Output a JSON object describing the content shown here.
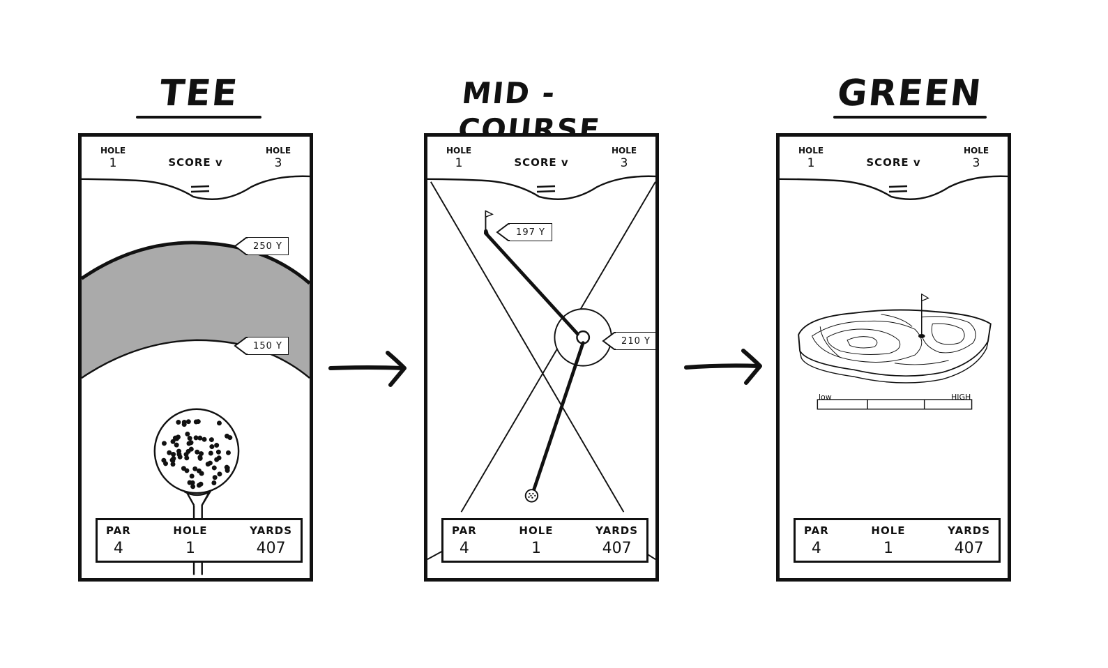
{
  "stages": [
    {
      "title": "TEE",
      "header": {
        "left_label": "HOLE",
        "left_value": "1",
        "score_label": "SCORE v",
        "right_label": "HOLE",
        "right_value": "3"
      },
      "tags": [
        "250 Y",
        "150 Y"
      ],
      "info": {
        "par_label": "PAR",
        "par_value": "4",
        "hole_label": "HOLE",
        "hole_value": "1",
        "yards_label": "YARDS",
        "yards_value": "407"
      }
    },
    {
      "title": "MID - COURSE",
      "header": {
        "left_label": "HOLE",
        "left_value": "1",
        "score_label": "SCORE v",
        "right_label": "HOLE",
        "right_value": "3"
      },
      "tags": [
        "197 Y",
        "210 Y"
      ],
      "info": {
        "par_label": "PAR",
        "par_value": "4",
        "hole_label": "HOLE",
        "hole_value": "1",
        "yards_label": "YARDS",
        "yards_value": "407"
      }
    },
    {
      "title": "GREEN",
      "header": {
        "left_label": "HOLE",
        "left_value": "1",
        "score_label": "SCORE v",
        "right_label": "HOLE",
        "right_value": "3"
      },
      "slope_scale": {
        "low": "low",
        "high": "HIGH"
      },
      "info": {
        "par_label": "PAR",
        "par_value": "4",
        "hole_label": "HOLE",
        "hole_value": "1",
        "yards_label": "YARDS",
        "yards_value": "407"
      }
    }
  ],
  "colors": {
    "ink": "#111111",
    "fairway": "#aaaaaa",
    "paper": "#ffffff"
  },
  "icons": [
    "golf-ball-icon",
    "tee-icon",
    "flag-icon",
    "arrow-right-icon",
    "drawer-handle-icon",
    "chevron-down-icon"
  ]
}
